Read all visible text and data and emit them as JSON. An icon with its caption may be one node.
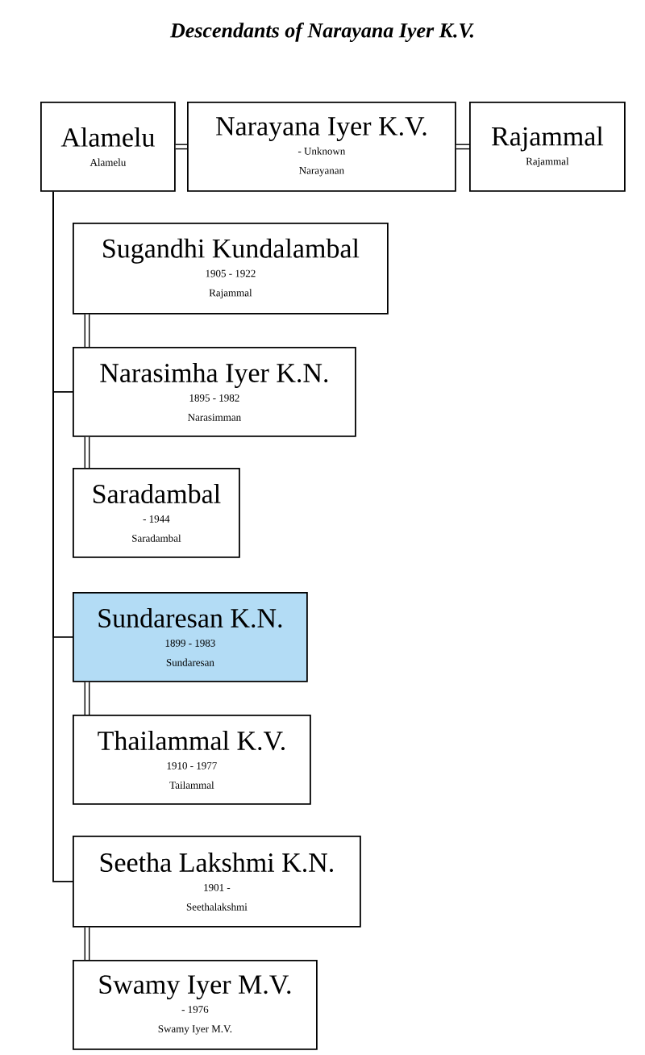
{
  "diagram": {
    "title": "Descendants of Narayana Iyer K.V.",
    "nodes": [
      {
        "text": [
          "Alamelu",
          "Alamelu"
        ]
      },
      {
        "text": [
          "Narayana Iyer K.V.",
          "- Unknown",
          "Narayanan"
        ]
      },
      {
        "text": [
          "Rajammal",
          "Rajammal"
        ]
      },
      {
        "text": [
          "Sugandhi Kundalambal",
          "1905 - 1922",
          "Rajammal"
        ]
      },
      {
        "text": [
          "Narasimha Iyer K.N.",
          "1895 - 1982",
          "Narasimman"
        ]
      },
      {
        "text": [
          "Saradambal",
          "- 1944",
          "Saradambal"
        ]
      },
      {
        "text": [
          "Sundaresan K.N.",
          "1899 - 1983",
          "Sundaresan"
        ]
      },
      {
        "text": [
          "Thailammal K.V.",
          "1910 - 1977",
          "Tailammal"
        ]
      },
      {
        "text": [
          "Seetha Lakshmi K.N.",
          "1901 -",
          "Seethalakshmi"
        ]
      },
      {
        "text": [
          "Swamy Iyer M.V.",
          "- 1976",
          "Swamy Iyer M.V."
        ]
      }
    ],
    "edges": [
      {
        "from": 0,
        "to": 1,
        "arrow": "none"
      },
      {
        "from": 1,
        "to": 2,
        "arrow": "none"
      },
      {
        "from": 0,
        "to": 4,
        "arrow": "none"
      },
      {
        "from": 3,
        "to": 4,
        "arrow": "none"
      },
      {
        "from": 4,
        "to": 5,
        "arrow": "none"
      },
      {
        "from": 0,
        "to": 6,
        "arrow": "none"
      },
      {
        "from": 6,
        "to": 7,
        "arrow": "none"
      },
      {
        "from": 0,
        "to": 8,
        "arrow": "none"
      },
      {
        "from": 8,
        "to": 9,
        "arrow": "none"
      }
    ]
  }
}
